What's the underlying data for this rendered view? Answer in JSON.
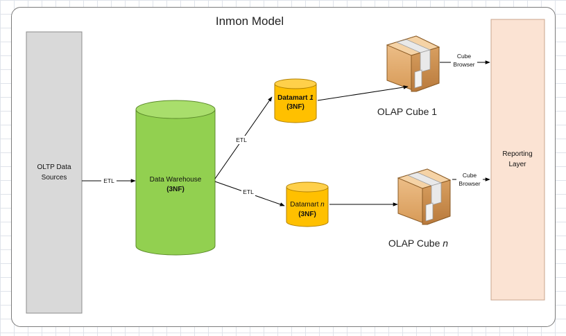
{
  "title": "Inmon Model",
  "nodes": {
    "oltp": {
      "line1": "OLTP Data",
      "line2": "Sources"
    },
    "warehouse": {
      "line1": "Data Warehouse",
      "line2": "(3NF)"
    },
    "datamart1": {
      "name": "Datamart",
      "index": "1",
      "sub": "(3NF)"
    },
    "datamartn": {
      "name": "Datamart",
      "index": "n",
      "sub": "(3NF)"
    },
    "cube1": {
      "label": "OLAP Cube 1"
    },
    "cuben": {
      "label": "OLAP Cube",
      "index": "n"
    },
    "reporting": {
      "line1": "Reporting",
      "line2": "Layer"
    }
  },
  "edges": {
    "etl_oltp_dw": "ETL",
    "etl_dw_dm1": "ETL",
    "etl_dw_dmn": "ETL",
    "browser1": {
      "line1": "Cube",
      "line2": "Browser"
    },
    "browsern": {
      "line1": "Cube",
      "line2": "Browser"
    }
  },
  "colors": {
    "oltp_fill": "#d9d9d9",
    "warehouse_fill": "#92d050",
    "datamart_fill": "#ffc000",
    "reporting_fill": "#fbe3d3",
    "box_fill": "#e3b074"
  }
}
